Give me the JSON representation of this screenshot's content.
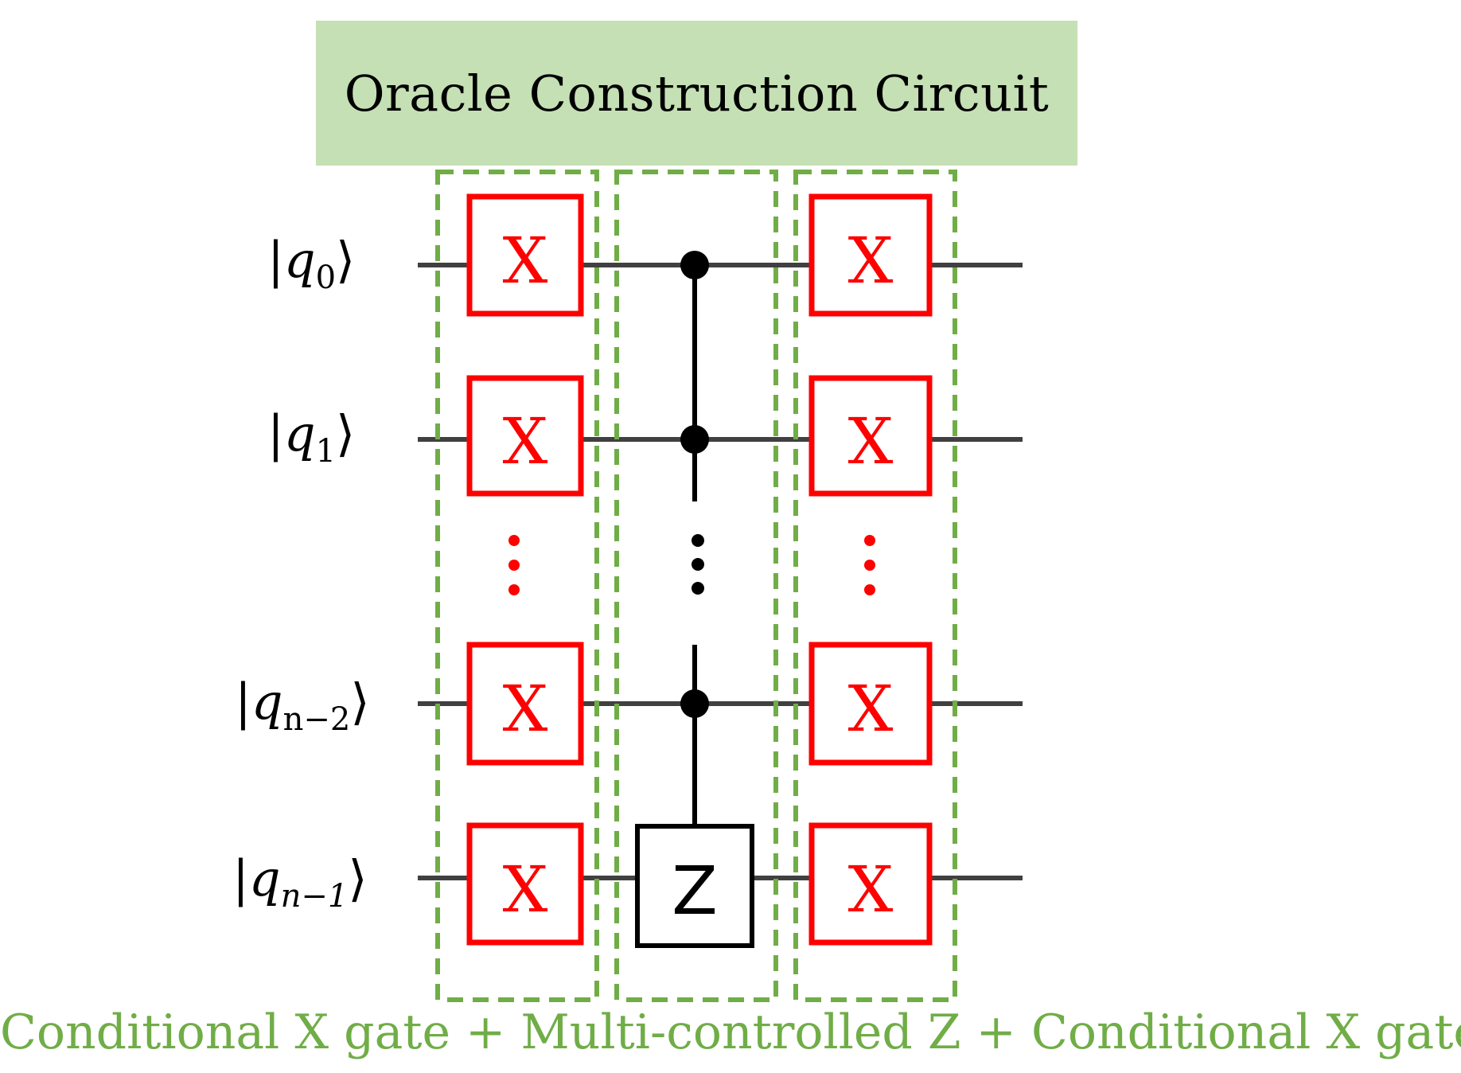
{
  "title": "Oracle Construction Circuit",
  "caption": "Conditional X gate + Multi-controlled Z + Conditional X gate",
  "qubits": [
    {
      "bar": "|",
      "q": "q",
      "sub": "0",
      "sub_italic": false,
      "ket": "⟩"
    },
    {
      "bar": "|",
      "q": "q",
      "sub": "1",
      "sub_italic": false,
      "ket": "⟩"
    },
    {
      "bar": "|",
      "q": "q",
      "sub": "n−2",
      "sub_italic": false,
      "ket": "⟩"
    },
    {
      "bar": "|",
      "q": "q",
      "sub": "n−1",
      "sub_italic": true,
      "ket": "⟩"
    }
  ],
  "gates": {
    "x_label": "X",
    "z_label": "Z"
  },
  "colors": {
    "banner": "#c5e0b4",
    "caption": "#70ad47",
    "dashed_box": "#70ad47",
    "x_gate": "#ff0000",
    "wire": "#404040",
    "control": "#000000",
    "ellipsis_red": "#ff0000",
    "ellipsis_black": "#000000"
  }
}
